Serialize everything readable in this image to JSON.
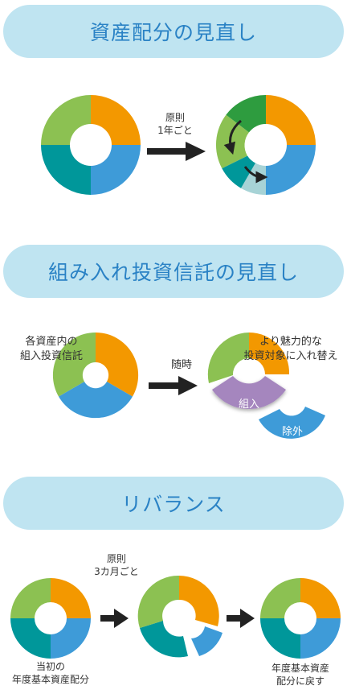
{
  "sections": [
    {
      "title": "資産配分の見直し",
      "arrow_label_line1": "原則",
      "arrow_label_line2": "1年ごと"
    },
    {
      "title": "組み入れ投資信託の見直し",
      "left_label_line1": "各資産内の",
      "left_label_line2": "組入投資信託",
      "arrow_label": "随時",
      "right_label_line1": "より魅力的な",
      "right_label_line2": "投資対象に入れ替え",
      "include_label": "組入",
      "exclude_label": "除外"
    },
    {
      "title": "リバランス",
      "arrow_label_line1": "原則",
      "arrow_label_line2": "3カ月ごと",
      "start_label_line1": "当初の",
      "start_label_line2": "年度基本資産配分",
      "end_label_line1": "年度基本資産",
      "end_label_line2": "配分に戻す"
    }
  ],
  "colors": {
    "header_bg": "#bfe4f1",
    "header_text": "#2a82c5",
    "orange": "#f39800",
    "blue": "#3e9bd8",
    "teal": "#00979a",
    "green": "#8cc152",
    "dark_green": "#2e9c3f",
    "light_teal": "#a7d3d6",
    "purple": "#a586be",
    "arrow": "#222222"
  }
}
